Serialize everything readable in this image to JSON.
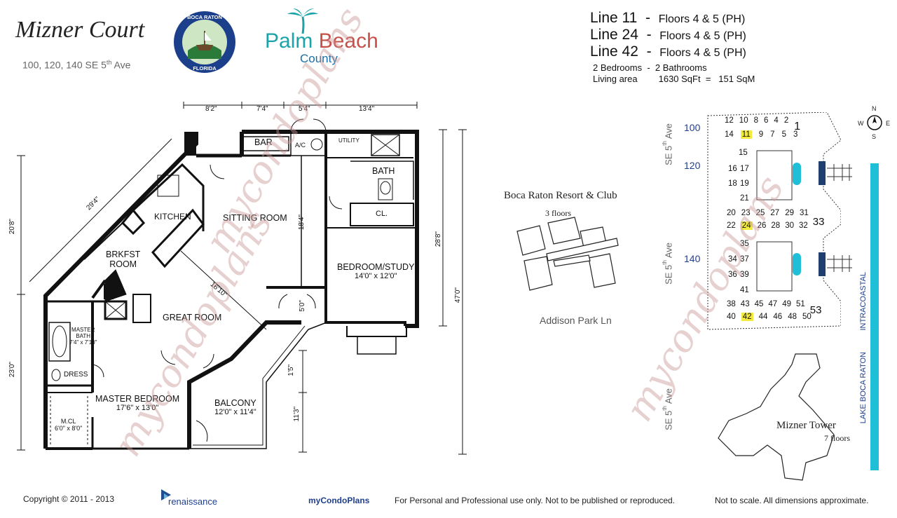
{
  "header": {
    "building_name": "Mizner Court",
    "address": "100, 120, 140  SE 5",
    "address_sup": "th",
    "address_tail": " Ave",
    "seal_top": "BOCA RATON",
    "seal_bottom": "FLORIDA",
    "county_word1": "Palm",
    "county_word2": "Beach",
    "county_word3": "County"
  },
  "lines": [
    {
      "label": "Line 11",
      "floors": "Floors 4 & 5 (PH)"
    },
    {
      "label": "Line 24",
      "floors": "Floors 4 & 5 (PH)"
    },
    {
      "label": "Line 42",
      "floors": "Floors 4 & 5 (PH)"
    }
  ],
  "specs": {
    "bedrooms": "2 Bedrooms",
    "bathrooms": "2 Bathrooms",
    "living_label": "Living area",
    "sqft": "1630 SqFt",
    "sqm": "151 SqM"
  },
  "rooms": {
    "bar": "BAR",
    "ac": "A/C",
    "utility": "UTILITY",
    "bath": "BATH",
    "kitchen": "KITCHEN",
    "sitting": "SITTING ROOM",
    "cl": "CL.",
    "brkfst1": "BRKFST",
    "brkfst2": "ROOM",
    "bedroom_study": "BEDROOM/STUDY",
    "bedroom_study_dim": "14'0\" x 12'0\"",
    "great": "GREAT ROOM",
    "master_bath1": "MASTER",
    "master_bath2": "BATH",
    "master_bath_dim": "7'4\" x 7'10\"",
    "dress": "DRESS",
    "master_bed": "MASTER BEDROOM",
    "master_bed_dim": "17'6\" x 13'0\"",
    "mcl": "M.CL",
    "mcl_dim": "6'0\" x 8'0\"",
    "balcony": "BALCONY",
    "balcony_dim": "12'0\" x 11'4\""
  },
  "dims": {
    "top1": "8'2\"",
    "top2": "7'4\"",
    "top3": "5'4\"",
    "top4": "13'4\"",
    "left_upper": "20'8\"",
    "left_lower": "23'0\"",
    "diag": "29'4\"",
    "right_inner": "28'8\"",
    "right_outer": "47'0\"",
    "sit_vert": "18'4\"",
    "gr_diag": "16'10\"",
    "hall": "5'0\"",
    "bal1": "1'5\"",
    "bal2": "11'3\""
  },
  "site": {
    "resort1": "Boca Raton Resort & Club",
    "resort2": "3 floors",
    "addison": "Addison Park Ln",
    "tower1": "Mizner Tower",
    "tower2": "7 floors",
    "ave1": "SE 5",
    "ave_sup": "th",
    "ave_tail": " Ave",
    "num100": "100",
    "num120": "120",
    "num140": "140",
    "intracoastal": "INTRACOASTAL",
    "lake": "LAKE BOCA RATON",
    "compass_n": "N",
    "compass_s": "S",
    "compass_e": "E",
    "compass_w": "W"
  },
  "units": {
    "r1": [
      "12",
      "10",
      "8",
      "6",
      "4",
      "2",
      "1"
    ],
    "r2": [
      "14",
      "11",
      "9",
      "7",
      "5",
      "3"
    ],
    "mid1": [
      "15",
      "16",
      "17",
      "18",
      "19",
      "21"
    ],
    "r3": [
      "20",
      "23",
      "25",
      "27",
      "29",
      "31"
    ],
    "r4": [
      "22",
      "24",
      "26",
      "28",
      "30",
      "32",
      "33"
    ],
    "mid2": [
      "35",
      "34",
      "37",
      "36",
      "39",
      "41"
    ],
    "r5": [
      "38",
      "43",
      "45",
      "47",
      "49",
      "51",
      "53"
    ],
    "r6": [
      "40",
      "42",
      "44",
      "46",
      "48",
      "50"
    ]
  },
  "highlight_color": "#f2ea3c",
  "water_color": "#1fbfd8",
  "footer": {
    "copyright": "Copyright © 2011 - 2013",
    "renaissance": "renaissance",
    "mcp": "myCondoPlans",
    "use": "For Personal and Professional use only.  Not to be published or reproduced.",
    "scale": "Not to scale.  All dimensions approximate."
  },
  "watermark": "mycondoplans"
}
